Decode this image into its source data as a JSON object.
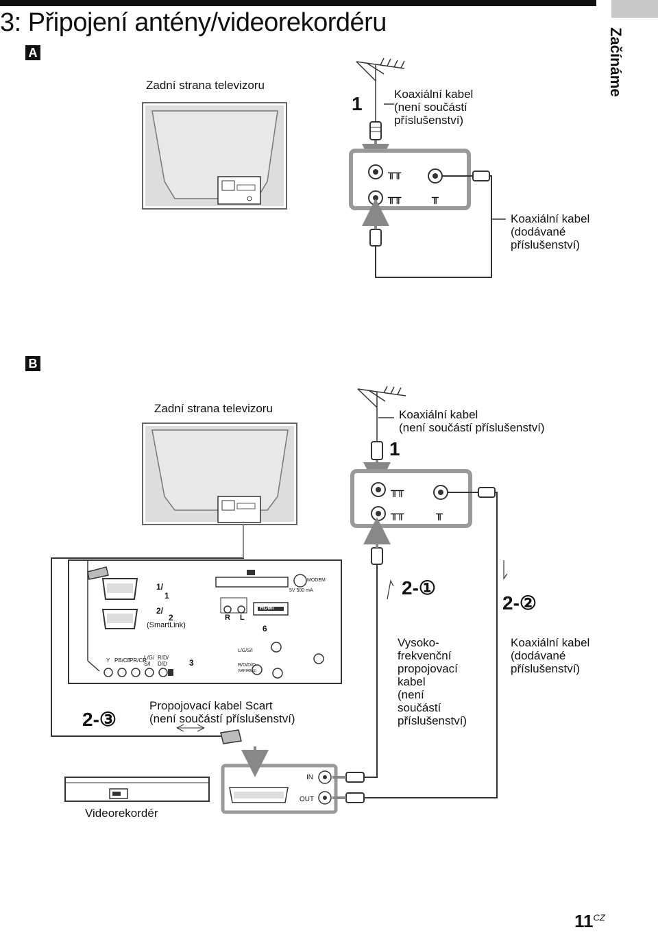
{
  "header": {
    "title": "3: Připojení antény/videorekordéru",
    "side_tab": "Začínáme"
  },
  "section_a": {
    "badge": "A",
    "tv_back_label": "Zadní strana televizoru",
    "step_1": "1",
    "cable_not_supplied": "Koaxiální kabel\n(není součástí\npříslušenství)",
    "cable_supplied": "Koaxiální kabel\n(dodávané\npříslušenství)"
  },
  "section_b": {
    "badge": "B",
    "tv_back_label": "Zadní strana televizoru",
    "step_1": "1",
    "cable_not_supplied": "Koaxiální kabel\n(není součástí příslušenství)",
    "step_2_1": "2-①",
    "step_2_2": "2-②",
    "step_2_3": "2-③",
    "panel": {
      "modem": "MODEM",
      "power": "5V  500 mA",
      "hdmi": "HDMI",
      "av1": "1/",
      "av1b": "1",
      "av2": "2/",
      "av2b": "2",
      "smartlink": "(SmartLink)",
      "r": "R",
      "l": "L",
      "av6": "6",
      "comp_y": "Y",
      "comp_pb": "PB/CB",
      "comp_pr": "PR/CR",
      "comp_lg": "L/G/\nS/I",
      "comp_rd": "R/D/\nD/D",
      "av3": "3",
      "lgsi": "L/G/S/I",
      "rddd": "R/D/D/D",
      "variable": "(VARIABLE)"
    },
    "scart_cable": "Propojovací kabel Scart\n(není součástí příslušenství)",
    "rf_cable": "Vysoko-\nfrekvenční\npropojovací\nkabel\n(není\nsoučástí\npříslušenství)",
    "coax_supplied": "Koaxiální kabel\n(dodávané\npříslušenství)",
    "vcr_in": "IN",
    "vcr_out": "OUT",
    "vcr_label": "Videorekordér"
  },
  "footer": {
    "page_number": "11",
    "page_suffix": "CZ"
  }
}
